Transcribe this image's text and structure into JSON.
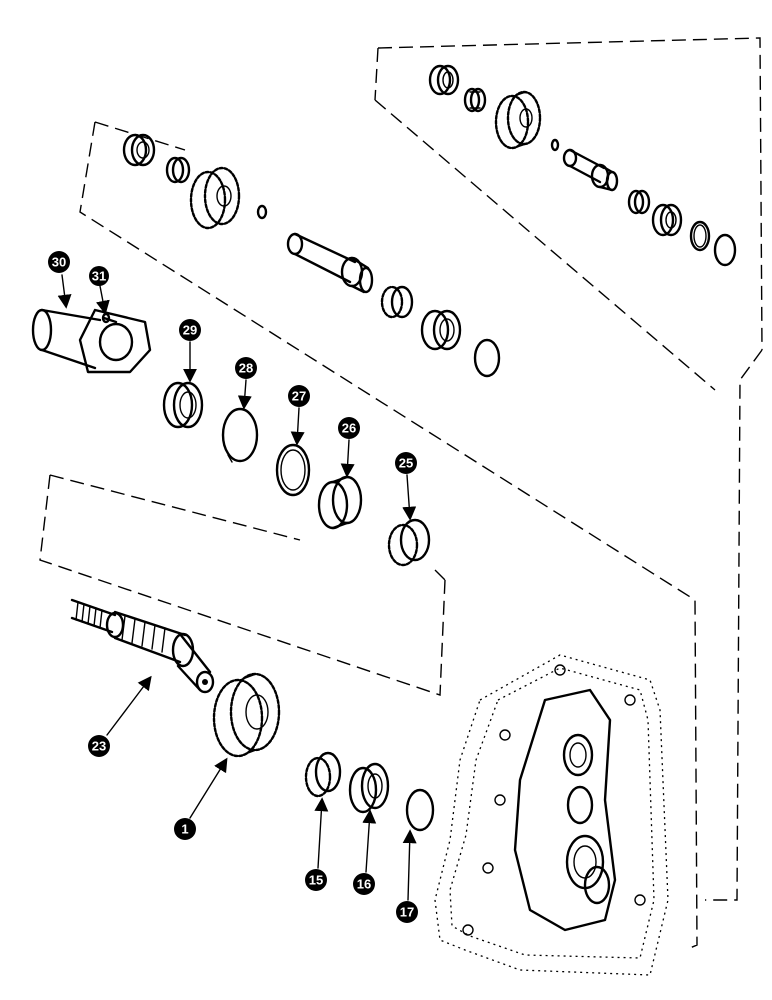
{
  "callouts": [
    {
      "id": "1"
    },
    {
      "id": "15"
    },
    {
      "id": "16"
    },
    {
      "id": "17"
    },
    {
      "id": "23"
    },
    {
      "id": "25"
    },
    {
      "id": "26"
    },
    {
      "id": "27"
    },
    {
      "id": "28"
    },
    {
      "id": "29"
    },
    {
      "id": "30"
    },
    {
      "id": "31"
    }
  ],
  "colors": {
    "ink": "#000000",
    "paper": "#ffffff"
  }
}
